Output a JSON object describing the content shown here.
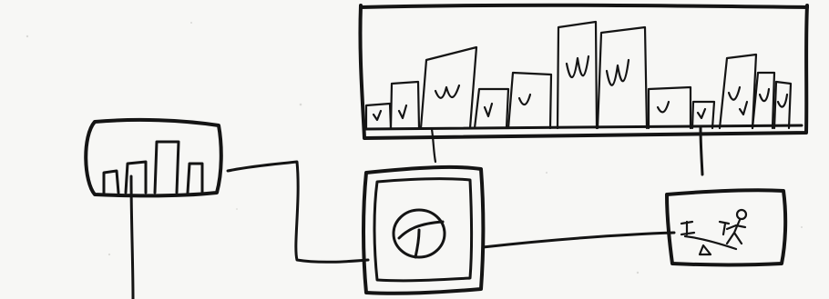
{
  "diagram": {
    "kind": "hand-drawn sketch",
    "paper_color": "#f7f7f5",
    "ink_color": "#141414",
    "nodes": [
      {
        "id": "small-bar-chart",
        "icon": "bar-chart-icon"
      },
      {
        "id": "large-bar-chart",
        "icon": "bar-chart-icon"
      },
      {
        "id": "pie-chart-panel",
        "icon": "pie-chart-icon"
      },
      {
        "id": "playground-panel",
        "icon": "seesaw-icon"
      }
    ],
    "connections": [
      {
        "from": "small-bar-chart",
        "to": "pie-chart-panel"
      },
      {
        "from": "pie-chart-panel",
        "to": "playground-panel"
      },
      {
        "from": "large-bar-chart",
        "to": "pie-chart-panel"
      },
      {
        "from": "large-bar-chart",
        "to": "playground-panel"
      },
      {
        "from": "small-bar-chart",
        "to": "below-page"
      }
    ]
  }
}
